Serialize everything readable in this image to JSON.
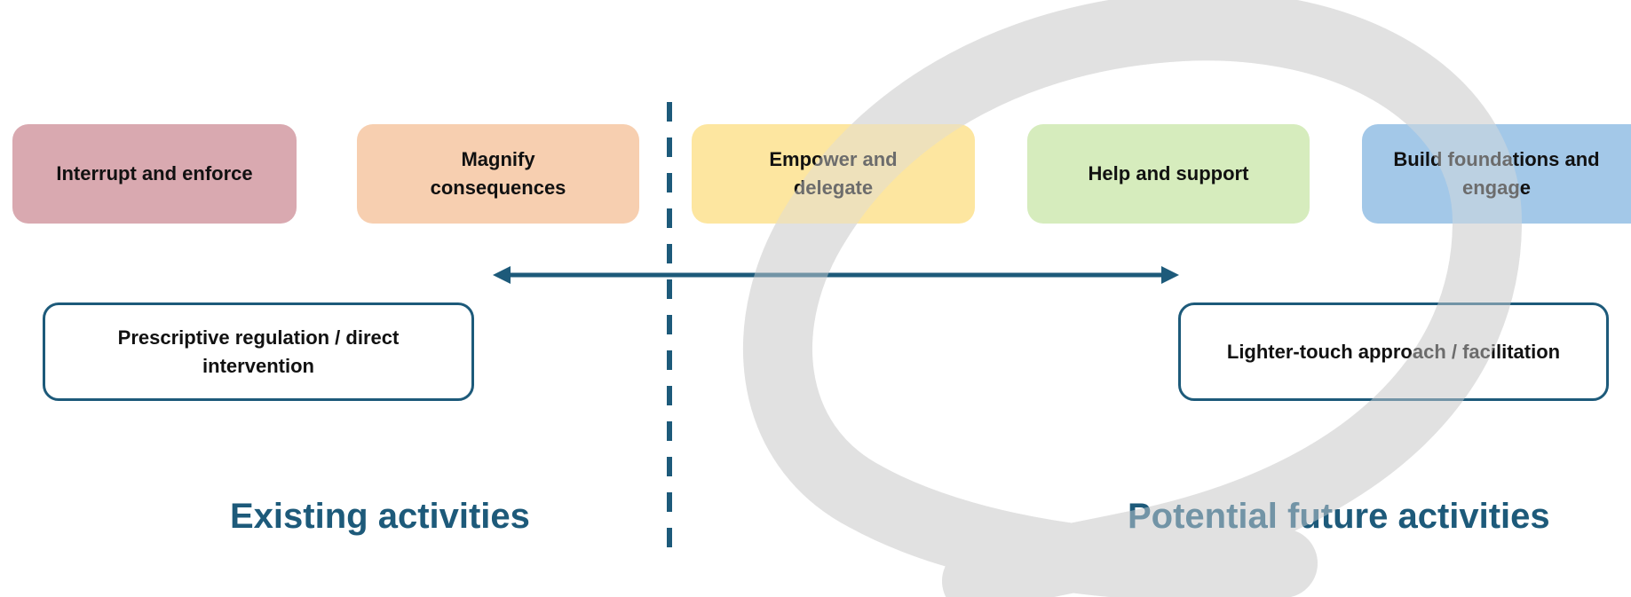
{
  "colors": {
    "accent": "#1d5a7a",
    "interrupt": "#d9a9b0",
    "magnify": "#f7cfb0",
    "empower": "#fde6a0",
    "help": "#d6ecbd",
    "build": "#a3c8e8",
    "loop": "#d6d6d6"
  },
  "spectrum": {
    "boxes": [
      {
        "label": "Interrupt and enforce"
      },
      {
        "label": "Magnify consequences"
      },
      {
        "label": "Empower and delegate"
      },
      {
        "label": "Help and support"
      },
      {
        "label": "Build foundations and engage"
      }
    ]
  },
  "approaches": {
    "left": "Prescriptive regulation / direct intervention",
    "right": "Lighter-touch approach / facilitation"
  },
  "sections": {
    "existing": "Existing activities",
    "future": "Potential future activities"
  }
}
